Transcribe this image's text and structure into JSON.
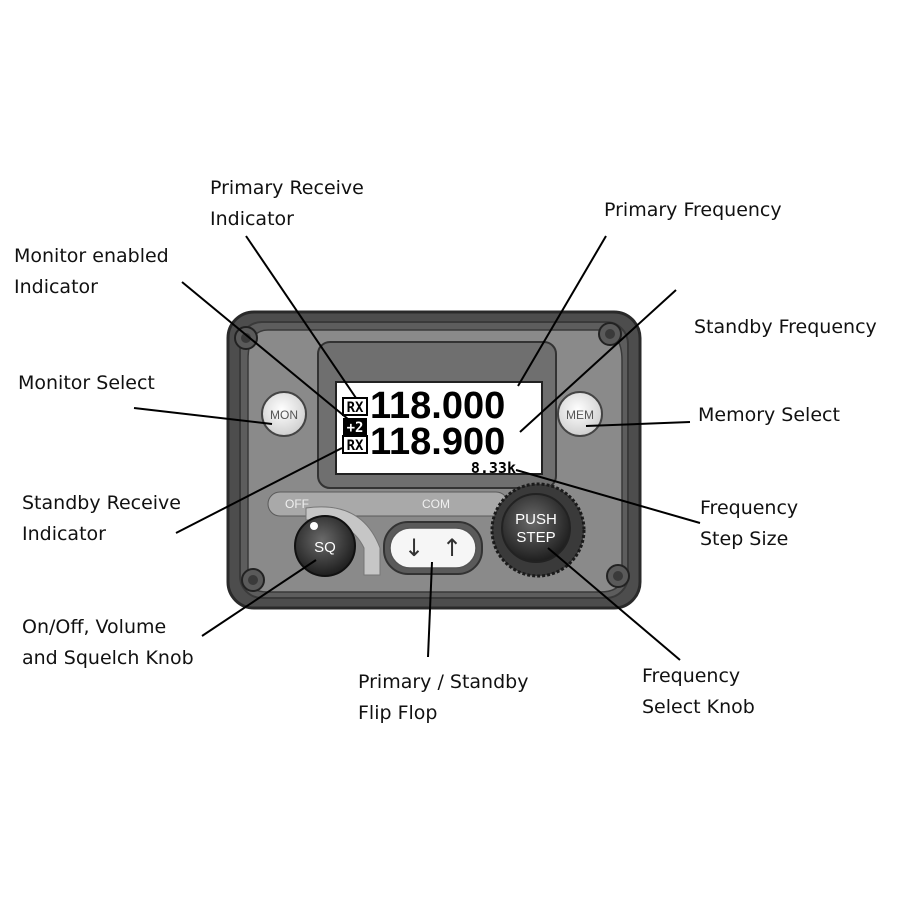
{
  "labels": {
    "primary_receive": [
      "Primary Receive",
      "Indicator"
    ],
    "primary_frequency": [
      "Primary Frequency"
    ],
    "monitor_enabled": [
      "Monitor enabled",
      "Indicator"
    ],
    "standby_frequency": [
      "Standby Frequency"
    ],
    "monitor_select": [
      "Monitor Select"
    ],
    "memory_select": [
      "Memory Select"
    ],
    "standby_receive": [
      "Standby Receive",
      "Indicator"
    ],
    "frequency_step_size": [
      "Frequency",
      "Step Size"
    ],
    "on_off_knob": [
      "On/Off, Volume",
      "and Squelch Knob"
    ],
    "flip_flop": [
      "Primary / Standby",
      "Flip Flop"
    ],
    "frequency_select_knob": [
      "Frequency",
      "Select Knob"
    ]
  },
  "device": {
    "primary_frequency": "118.000",
    "standby_frequency": "118.900",
    "step_size": "8.33k",
    "rx_tag": "RX",
    "monitor_tag": "+2",
    "mon_button": "MON",
    "mem_button": "MEM",
    "off_label": "OFF",
    "com_label": "COM",
    "sq_label": "SQ",
    "push_label": "PUSH",
    "step_label": "STEP",
    "flip_down_glyph": "↓",
    "flip_up_glyph": "↑"
  }
}
